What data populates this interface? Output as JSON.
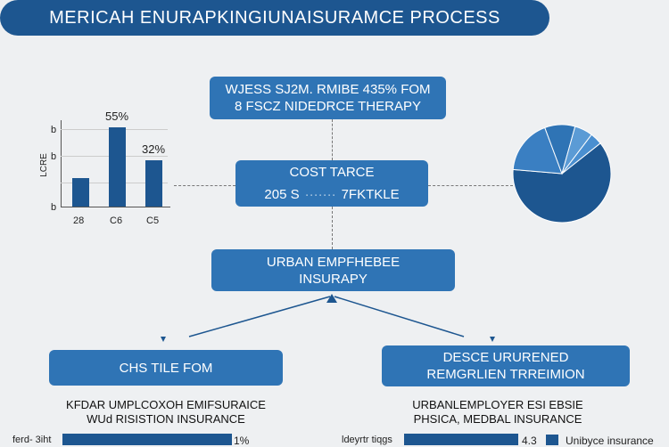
{
  "title": "MERICAH ENURAPKINGIUNAISURAMCE PROCESS",
  "box_top": {
    "line1": "WJESS SJ2M. RMIBE 435% FOM",
    "line2": "8 FSCZ NIDEDRCE THERAPY"
  },
  "box_cost": {
    "line1": "COST TARCE",
    "line2_left": "205 S",
    "line2_right": "7FKTKLE"
  },
  "box_urban": {
    "line1": "URBAN EMPFHEBEE",
    "line2": "INSURAPY"
  },
  "box_left": {
    "line1": "CHS TILE FOM"
  },
  "box_right": {
    "line1": "DESCE URURENED",
    "line2": "REMGRLIEN TRREIMION"
  },
  "caption_left": {
    "line1": "KFDAR UMPLCOXOH EMIFSURAICE",
    "line2": "WUd RISISTION INSURANCE"
  },
  "caption_right": {
    "line1": "URBANLEMPLOYER ESI EBSIE",
    "line2": "PHSICA, MEDBAL INSURANCE"
  },
  "colors": {
    "dark": "#1d5690",
    "mid": "#2f74b5",
    "light": "#4a8fd0"
  },
  "chart_data": [
    {
      "type": "bar",
      "categories": [
        "28",
        "C6",
        "C5"
      ],
      "values": [
        20,
        55,
        32
      ],
      "data_labels": [
        "",
        "55%",
        "32%"
      ],
      "ylabel": "LCRE",
      "ytick_labels": [
        "b",
        "b",
        "b"
      ]
    },
    {
      "type": "pie",
      "values": [
        62,
        18,
        10,
        6,
        4
      ]
    },
    {
      "type": "bar",
      "orientation": "horizontal",
      "categories": [
        "ferd- 3iht"
      ],
      "values": [
        1
      ],
      "data_labels": [
        "1%"
      ]
    },
    {
      "type": "bar",
      "orientation": "horizontal",
      "categories": [
        "ldeyrtr tiqgs"
      ],
      "values": [
        4.3
      ],
      "data_labels": [
        "4.3"
      ],
      "legend": [
        "Unibyce insurance"
      ]
    }
  ]
}
